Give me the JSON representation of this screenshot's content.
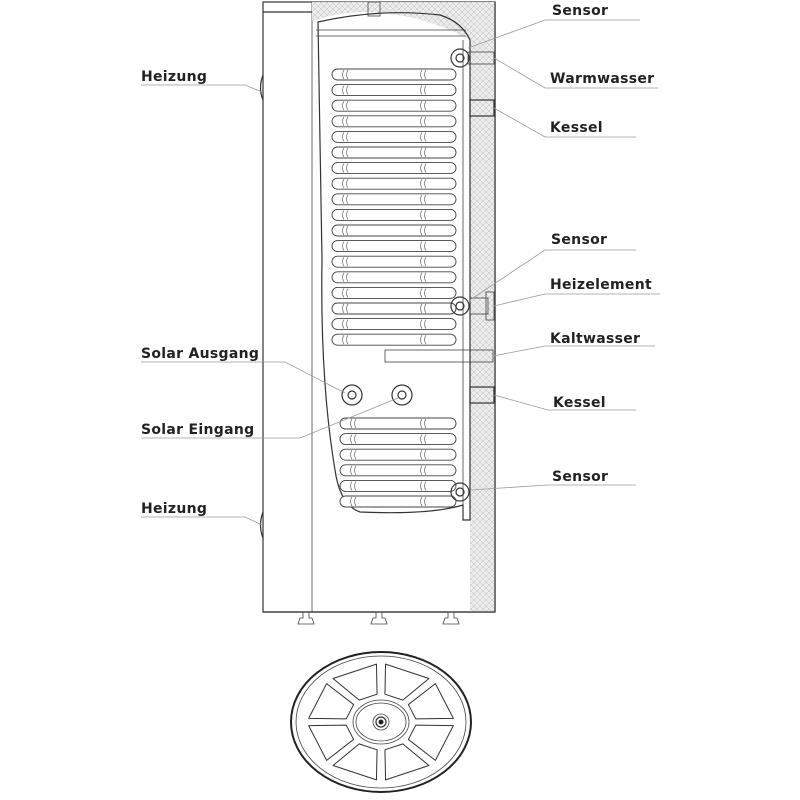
{
  "labels": {
    "right": [
      "Sensor",
      "Warmwasser",
      "Kessel",
      "Sensor",
      "Heizelement",
      "Kaltwasser",
      "Kessel",
      "Sensor"
    ],
    "left": [
      "Heizung",
      "Solar Ausgang",
      "Solar Eingang",
      "Heizung"
    ]
  },
  "colors": {
    "line": "#333333",
    "leader": "#9a9a9a",
    "insulation": "#e6e6e6"
  }
}
